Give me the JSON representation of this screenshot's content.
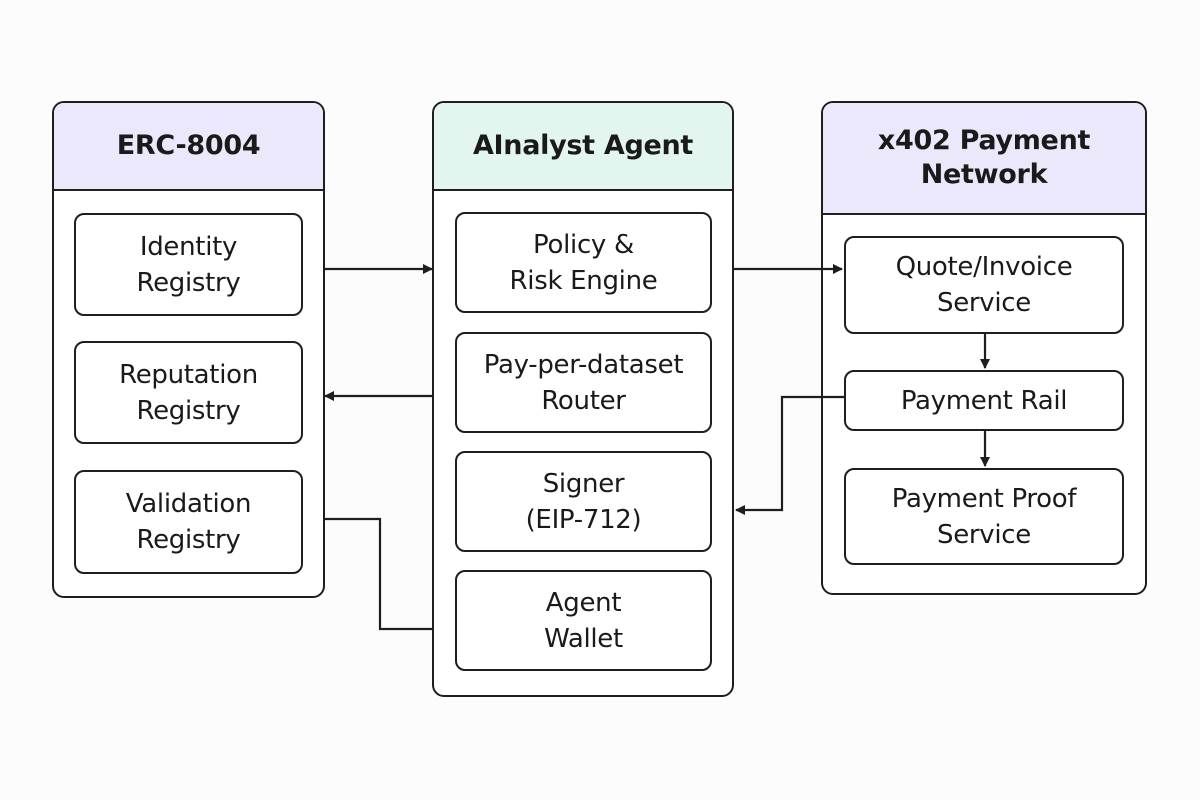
{
  "colors": {
    "erc_header": "#ece8fb",
    "agent_header": "#e3f5ef",
    "x402_header": "#ece8fb",
    "stroke": "#1e1e1e"
  },
  "panels": {
    "erc": {
      "title": "ERC-8004",
      "nodes": [
        "Identity\nRegistry",
        "Reputation\nRegistry",
        "Validation\nRegistry"
      ]
    },
    "agent": {
      "title": "AInalyst Agent",
      "nodes": [
        "Policy &\nRisk Engine",
        "Pay-per-dataset\nRouter",
        "Signer\n(EIP-712)",
        "Agent\nWallet"
      ]
    },
    "x402": {
      "title": "x402 Payment\nNetwork",
      "nodes": [
        "Quote/Invoice\nService",
        "Payment Rail",
        "Payment Proof\nService"
      ]
    }
  },
  "edges": [
    {
      "from": "Identity Registry",
      "to": "Policy & Risk Engine"
    },
    {
      "from": "AInalyst Agent",
      "to": "Reputation Registry"
    },
    {
      "from": "Validation Registry",
      "to": "Agent Wallet"
    },
    {
      "from": "Policy & Risk Engine",
      "to": "Quote/Invoice Service"
    },
    {
      "from": "Quote/Invoice Service",
      "to": "Payment Rail"
    },
    {
      "from": "Payment Rail",
      "to": "Payment Proof Service"
    },
    {
      "from": "Payment Rail",
      "to": "Signer (EIP-712)"
    }
  ]
}
